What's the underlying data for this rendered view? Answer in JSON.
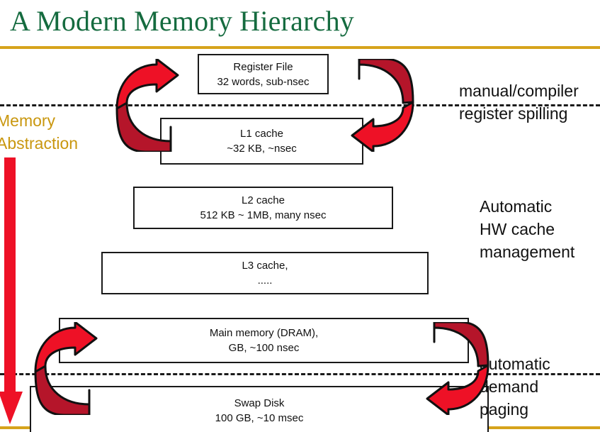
{
  "slide": {
    "title": "A Modern Memory Hierarchy",
    "accent_gold": "#d6a31b",
    "title_green": "#156b3f",
    "arrow_bright_red": "#ee1126",
    "arrow_dark_red": "#b5152a",
    "label_gold": "#c9970f"
  },
  "memory_abstraction_label": {
    "line1": "Memory",
    "line2": "Abstraction"
  },
  "boxes": [
    {
      "id": "register",
      "line1": "Register File",
      "line2": "32 words, sub-nsec"
    },
    {
      "id": "l1",
      "line1": "L1 cache",
      "line2": "~32 KB, ~nsec"
    },
    {
      "id": "l2",
      "line1": "L2 cache",
      "line2": "512 KB ~ 1MB, many nsec"
    },
    {
      "id": "l3",
      "line1": "L3 cache,",
      "line2": "....."
    },
    {
      "id": "dram",
      "line1": "Main memory (DRAM),",
      "line2": "GB, ~100 nsec"
    },
    {
      "id": "swap",
      "line1": "Swap Disk",
      "line2": "100 GB, ~10 msec"
    }
  ],
  "annotations": {
    "manual": {
      "line1": "manual/compiler",
      "line2": "register spilling"
    },
    "automatic_hw": {
      "line1": "Automatic",
      "line2": "HW cache",
      "line3": "management"
    },
    "demand_paging": {
      "line1": "automatic",
      "line2": "demand",
      "line3": "paging"
    }
  },
  "icons": {
    "uturn_arrow_top_left": "uturn-arrow-up-icon",
    "uturn_arrow_top_right": "uturn-arrow-down-icon",
    "uturn_arrow_bottom_left": "uturn-arrow-up-icon",
    "uturn_arrow_bottom_right": "uturn-arrow-down-icon",
    "big_down_arrow": "down-arrow-icon"
  }
}
